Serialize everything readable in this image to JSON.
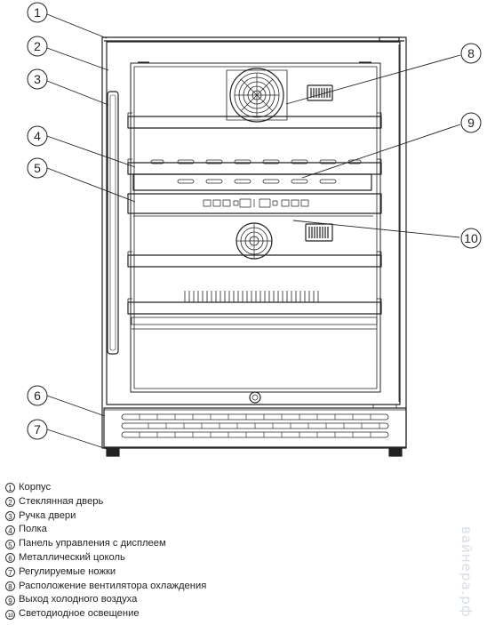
{
  "callouts": [
    {
      "num": "1"
    },
    {
      "num": "2"
    },
    {
      "num": "3"
    },
    {
      "num": "4"
    },
    {
      "num": "5"
    },
    {
      "num": "6"
    },
    {
      "num": "7"
    },
    {
      "num": "8"
    },
    {
      "num": "9"
    },
    {
      "num": "10"
    }
  ],
  "legend": [
    {
      "num": "1",
      "label": "Корпус"
    },
    {
      "num": "2",
      "label": "Стеклянная дверь"
    },
    {
      "num": "3",
      "label": "Ручка двери"
    },
    {
      "num": "4",
      "label": "Полка"
    },
    {
      "num": "5",
      "label": "Панель управления с дисплеем"
    },
    {
      "num": "6",
      "label": "Металлический цоколь"
    },
    {
      "num": "7",
      "label": "Регулируемые ножки"
    },
    {
      "num": "8",
      "label": "Расположение вентилятора охлаждения"
    },
    {
      "num": "9",
      "label": "Выход холодного воздуха"
    },
    {
      "num": "10",
      "label": "Светодиодное освещение"
    }
  ],
  "watermark": "вайнера.рф",
  "colors": {
    "line": "#222222",
    "text": "#222222",
    "watermark": "#d6dde3"
  }
}
